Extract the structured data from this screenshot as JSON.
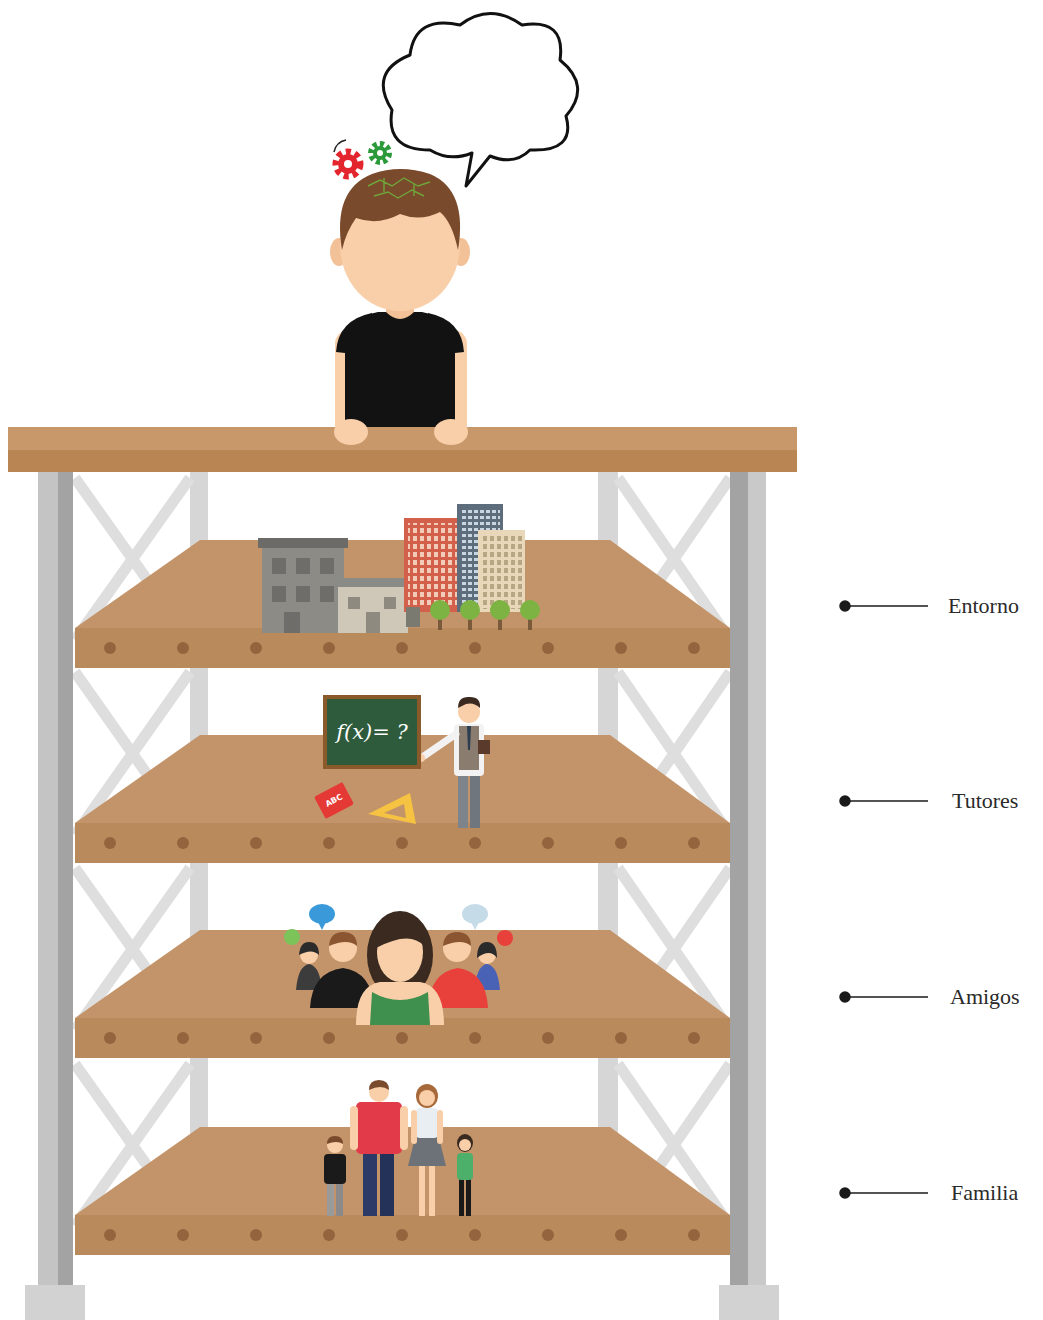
{
  "diagram": {
    "nodes": [
      {
        "text": [
          "f(x)= ?"
        ]
      },
      {
        "text": [
          "ABC"
        ]
      }
    ],
    "labels": [
      "Entorno",
      "Tutores",
      "Amigos",
      "Familia"
    ]
  }
}
